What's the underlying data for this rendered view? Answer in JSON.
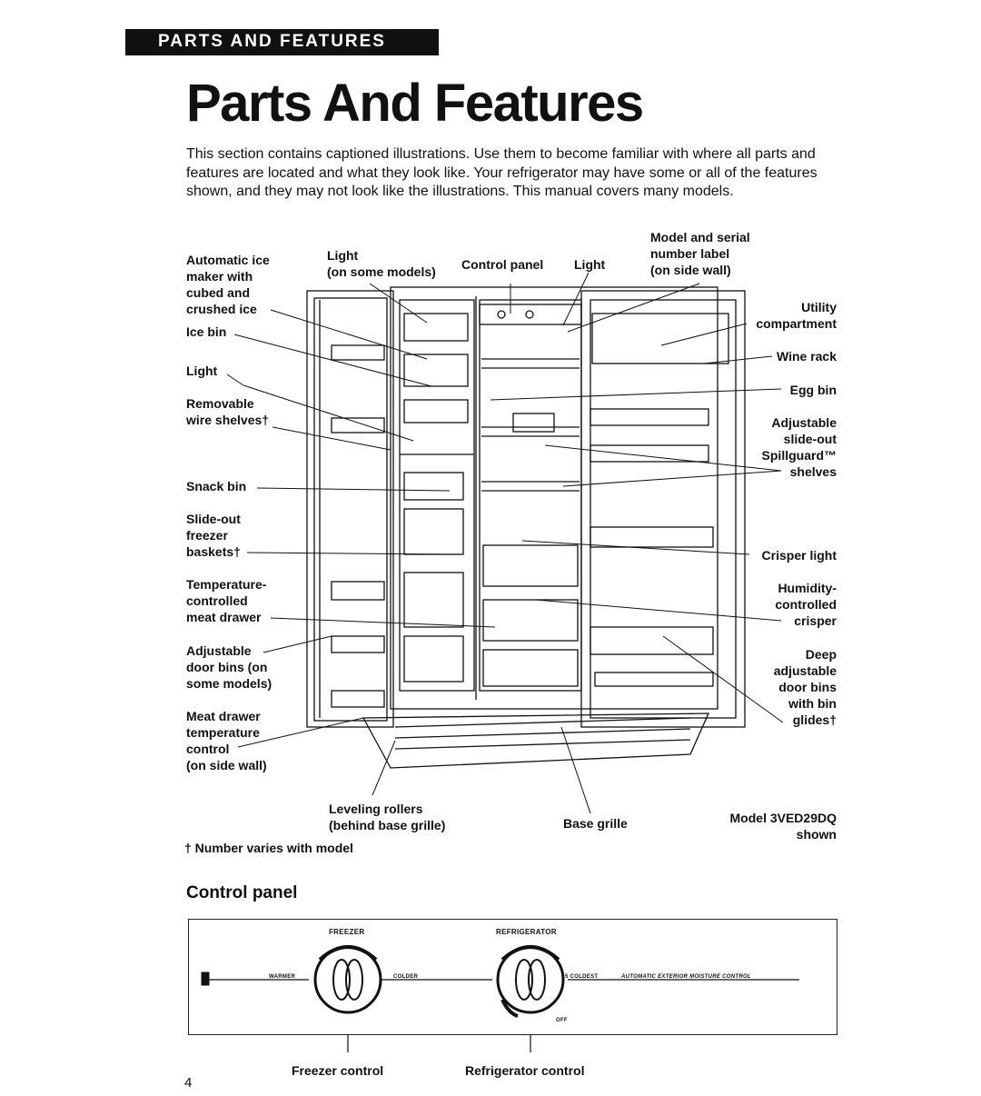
{
  "header": {
    "section_tab": "PARTS AND FEATURES"
  },
  "title": "Parts And Features",
  "intro": "This section contains captioned illustrations. Use them to become familiar with where all parts and features are located and what they look like. Your refrigerator may have some or all of the features shown, and they may not look like the illustrations. This manual covers many models.",
  "labels": {
    "automatic_ice_maker": "Automatic ice\nmaker with\ncubed and\ncrushed ice",
    "light_some_models": "Light\n(on some models)",
    "control_panel": "Control panel",
    "light_top": "Light",
    "model_serial_label": "Model and serial\nnumber label\n(on side wall)",
    "ice_bin": "Ice bin",
    "light_left": "Light",
    "removable_wire_shelves": "Removable\nwire shelves†",
    "snack_bin": "Snack bin",
    "slide_out_baskets": "Slide-out\nfreezer\nbaskets†",
    "temp_meat_drawer": "Temperature-\ncontrolled\nmeat drawer",
    "adjustable_door_bins": "Adjustable\ndoor bins (on\nsome models)",
    "meat_drawer_control": "Meat drawer\ntemperature\ncontrol\n(on side wall)",
    "utility_compartment": "Utility\ncompartment",
    "wine_rack": "Wine rack",
    "egg_bin": "Egg bin",
    "spillguard_shelves": "Adjustable\nslide-out\nSpillguard™\nshelves",
    "crisper_light": "Crisper light",
    "humidity_crisper": "Humidity-\ncontrolled\ncrisper",
    "deep_door_bins": "Deep\nadjustable\ndoor bins\nwith bin\nglides†",
    "leveling_rollers": "Leveling rollers\n(behind base grille)",
    "base_grille": "Base grille",
    "model_shown": "Model 3VED29DQ\nshown"
  },
  "footnote": "† Number varies with model",
  "control_panel_heading": "Control panel",
  "control_panel": {
    "freezer": "FREEZER",
    "refrigerator": "REFRIGERATOR",
    "warmer": "WARMER",
    "colder": "COLDER",
    "coldest": "5  COLDEST",
    "off": "OFF",
    "moisture_control": "AUTOMATIC EXTERIOR MOISTURE CONTROL",
    "freezer_control": "Freezer control",
    "refrigerator_control": "Refrigerator control"
  },
  "page_number": "4"
}
